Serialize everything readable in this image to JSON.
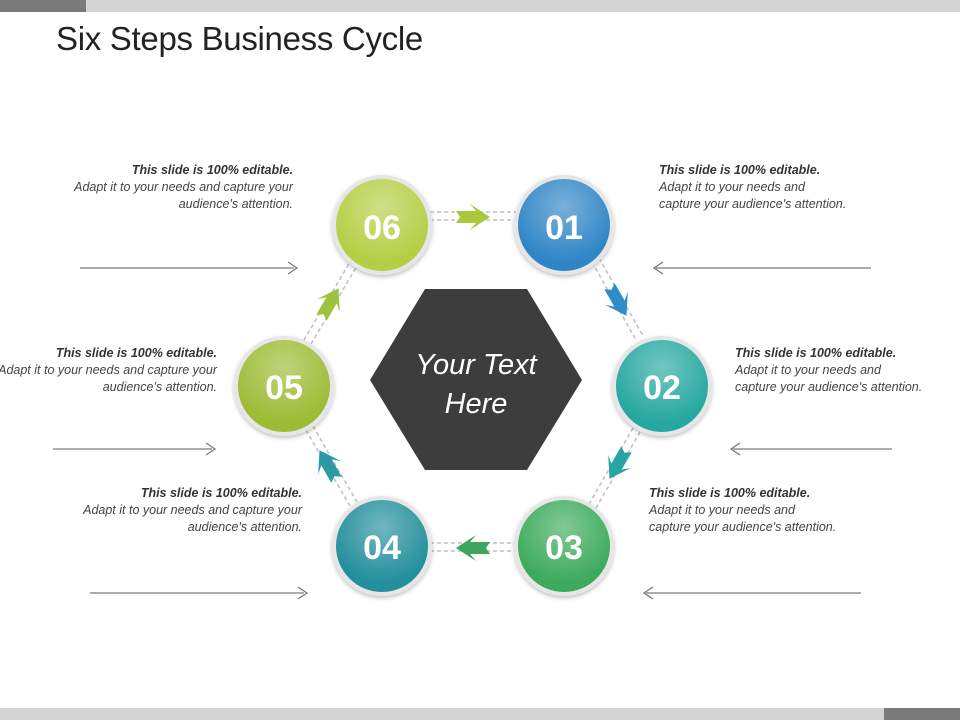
{
  "title": "Six Steps Business Cycle",
  "center_text_line1": "Your Text",
  "center_text_line2": "Here",
  "steps": [
    {
      "number": "01",
      "color": "#2f86c6",
      "note_bold": "This slide is 100% editable.",
      "note_text": "Adapt it to your needs and capture your audience's attention."
    },
    {
      "number": "02",
      "color": "#26a8a0",
      "note_bold": "This slide is 100% editable.",
      "note_text": "Adapt it to your needs and capture your audience's attention."
    },
    {
      "number": "03",
      "color": "#3dab5c",
      "note_bold": "This slide is 100% editable.",
      "note_text": "Adapt it to your needs and capture your audience's attention."
    },
    {
      "number": "04",
      "color": "#238f9c",
      "note_bold": "This slide is 100% editable.",
      "note_text": "Adapt it to your needs and capture your audience's attention."
    },
    {
      "number": "05",
      "color": "#9cbc35",
      "note_bold": "This slide is 100% editable.",
      "note_text": "Adapt it to your needs and capture your audience's attention."
    },
    {
      "number": "06",
      "color": "#b4cf45",
      "note_bold": "This slide is 100% editable.",
      "note_text": "Adapt it to your needs and capture your audience's attention."
    }
  ],
  "colors": {
    "hexagon": "#3d3d3d",
    "pointer_line": "#7a7a7a",
    "arrow_06_01": "#a9c93b",
    "arrow_01_02": "#2e8cc8",
    "arrow_02_03": "#2aa3a6",
    "arrow_03_04": "#3ea65a",
    "arrow_04_05": "#2b98a4",
    "arrow_05_06": "#9fc23c"
  }
}
